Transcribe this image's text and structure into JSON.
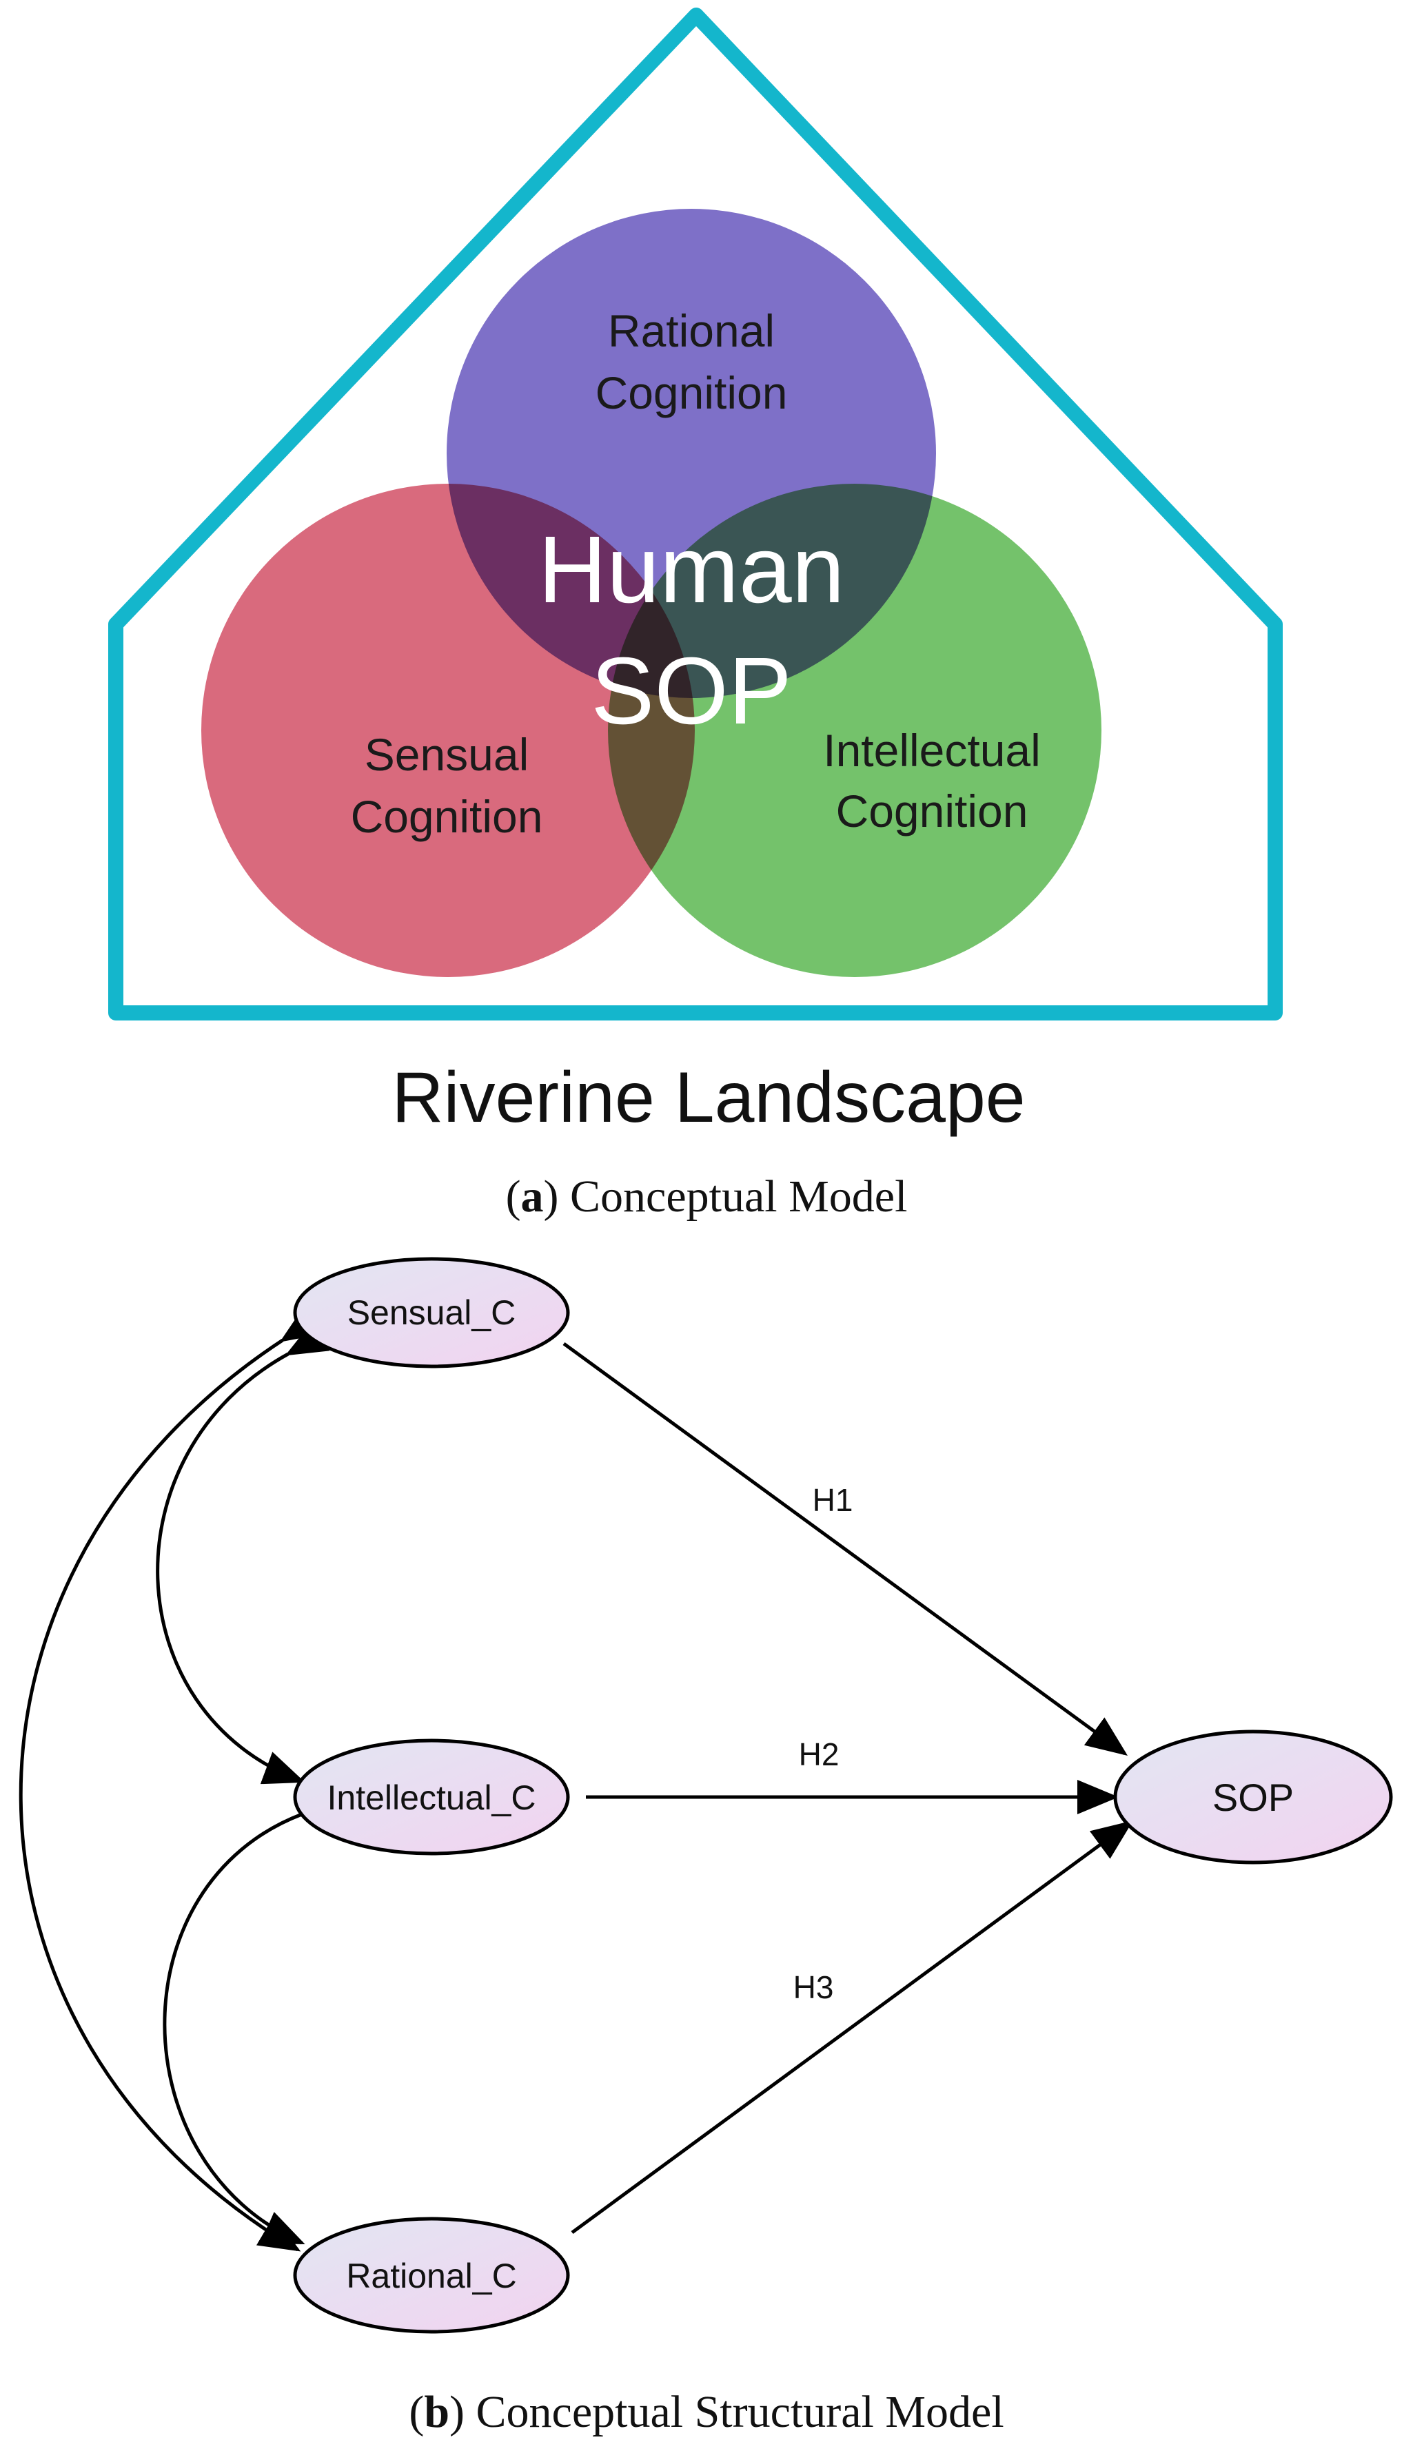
{
  "panel_a": {
    "circles": {
      "rational": {
        "line1": "Rational",
        "line2": "Cognition",
        "color": "#7e70c8"
      },
      "sensual": {
        "line1": "Sensual",
        "line2": "Cognition",
        "color": "#d96a7d"
      },
      "intellectual": {
        "line1": "Intellectual",
        "line2": "Cognition",
        "color": "#74c26b"
      }
    },
    "center": {
      "line1": "Human",
      "line2": "SOP"
    },
    "house_color": "#14b6cc",
    "landscape_label": "Riverine Landscape",
    "caption": {
      "letter": "a",
      "text": " Conceptual Model"
    }
  },
  "panel_b": {
    "nodes": {
      "sensual": "Sensual_C",
      "intellectual": "Intellectual_C",
      "rational": "Rational_C",
      "sop": "SOP"
    },
    "paths": {
      "h1": "H1",
      "h2": "H2",
      "h3": "H3"
    },
    "caption": {
      "letter": "b",
      "text": " Conceptual Structural Model"
    }
  }
}
